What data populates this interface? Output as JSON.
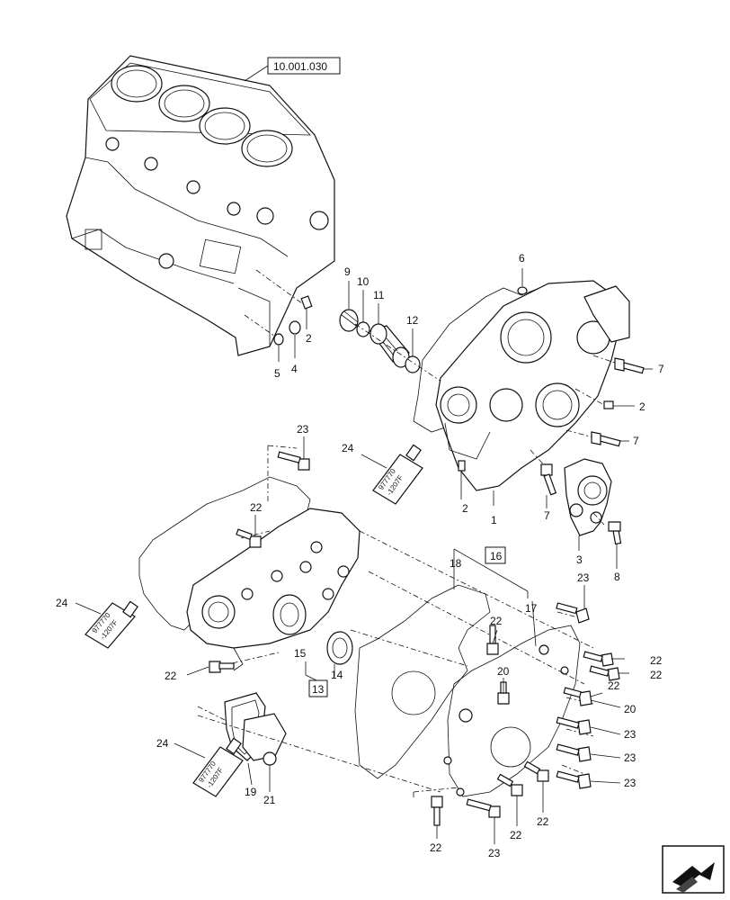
{
  "ref_box": "10.001.030",
  "group_16": "16",
  "group_13": "13",
  "tube_label_top": "977770",
  "tube_label_bottom": "-1207F",
  "callouts": {
    "c1": "1",
    "c2a": "2",
    "c2b": "2",
    "c2c": "2",
    "c3": "3",
    "c4": "4",
    "c5": "5",
    "c6": "6",
    "c7a": "7",
    "c7b": "7",
    "c7c": "7",
    "c8": "8",
    "c9": "9",
    "c10": "10",
    "c11": "11",
    "c12": "12",
    "c14": "14",
    "c15": "15",
    "c17": "17",
    "c18": "18",
    "c19": "19",
    "c20a": "20",
    "c20b": "20",
    "c21": "21",
    "c22a": "22",
    "c22b": "22",
    "c22c": "22",
    "c22d": "22",
    "c22e": "22",
    "c22f": "22",
    "c22g": "22",
    "c22h": "22",
    "c22i": "22",
    "c23a": "23",
    "c23b": "23",
    "c23c": "23",
    "c23d": "23",
    "c23e": "23",
    "c23f": "23",
    "c24a": "24",
    "c24b": "24",
    "c24c": "24"
  },
  "nav_icon": "next-page-arrow-icon"
}
